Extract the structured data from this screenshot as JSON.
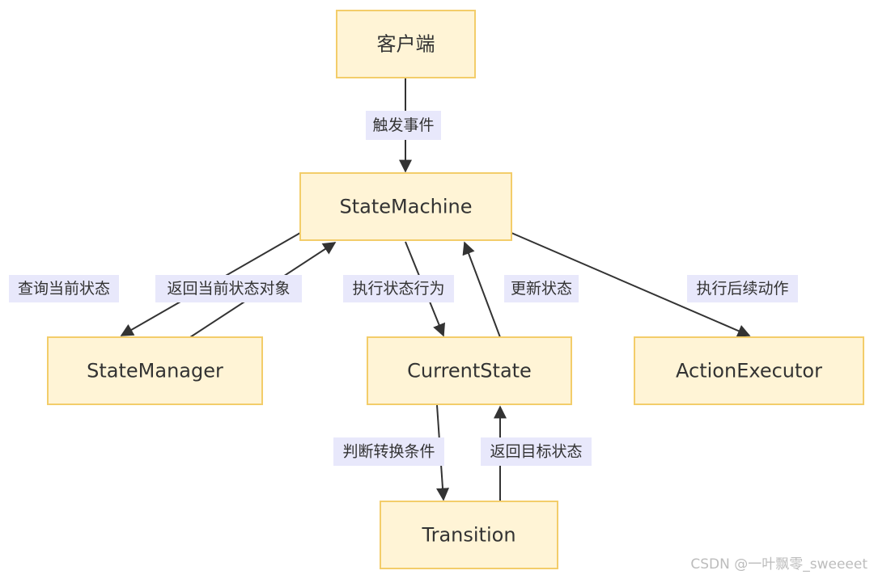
{
  "nodes": {
    "client": "客户端",
    "state_machine": "StateMachine",
    "state_manager": "StateManager",
    "current_state": "CurrentState",
    "action_executor": "ActionExecutor",
    "transition": "Transition"
  },
  "edges": {
    "trigger_event": "触发事件",
    "query_current_state": "查询当前状态",
    "return_current_state_object": "返回当前状态对象",
    "execute_state_behavior": "执行状态行为",
    "update_state": "更新状态",
    "execute_follow_up_action": "执行后续动作",
    "judge_transition_condition": "判断转换条件",
    "return_target_state": "返回目标状态"
  },
  "colors": {
    "node_fill": "#fff4d6",
    "node_border": "#f3cd6a",
    "label_background": "#e8e8fb",
    "line": "#333333"
  },
  "watermark": "CSDN @一叶飘零_sweeeet"
}
